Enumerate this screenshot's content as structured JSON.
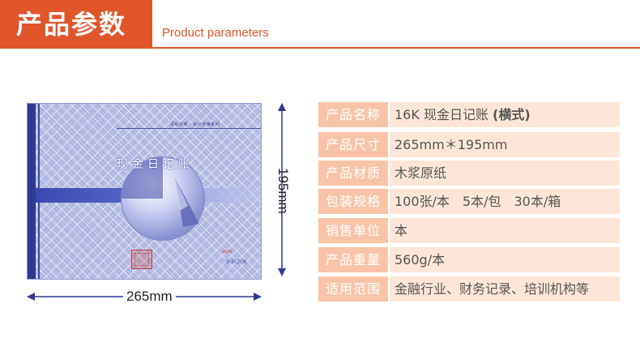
{
  "header": {
    "title": "产品参数",
    "subtitle": "Product parameters"
  },
  "product_image": {
    "series_label": "深圳办账 · 会计账簿系列",
    "book_title": "现金日记账",
    "brand_logo": "WORK",
    "brand_name": "深圳办账"
  },
  "dimensions": {
    "height_label": "195mm",
    "width_label": "265mm"
  },
  "specs": [
    {
      "key": "产品名称",
      "value": "16K 现金日记账",
      "value_bold": "(横式)"
    },
    {
      "key": "产品尺寸",
      "value": "265mm＊195mm",
      "value_bold": ""
    },
    {
      "key": "产品材质",
      "value": "木浆原纸",
      "value_bold": ""
    },
    {
      "key": "包装规格",
      "value": "100张/本　5本/包　30本/箱",
      "value_bold": ""
    },
    {
      "key": "销售单位",
      "value": "本",
      "value_bold": ""
    },
    {
      "key": "产品重量",
      "value": "560g/本",
      "value_bold": ""
    },
    {
      "key": "适用范围",
      "value": "金融行业、财务记录、培训机构等",
      "value_bold": ""
    }
  ],
  "colors": {
    "accent": "#e0552a",
    "key_bg": "#f9c3a8",
    "value_bg": "#fde6d8",
    "cover_blue": "#2f3a92"
  }
}
